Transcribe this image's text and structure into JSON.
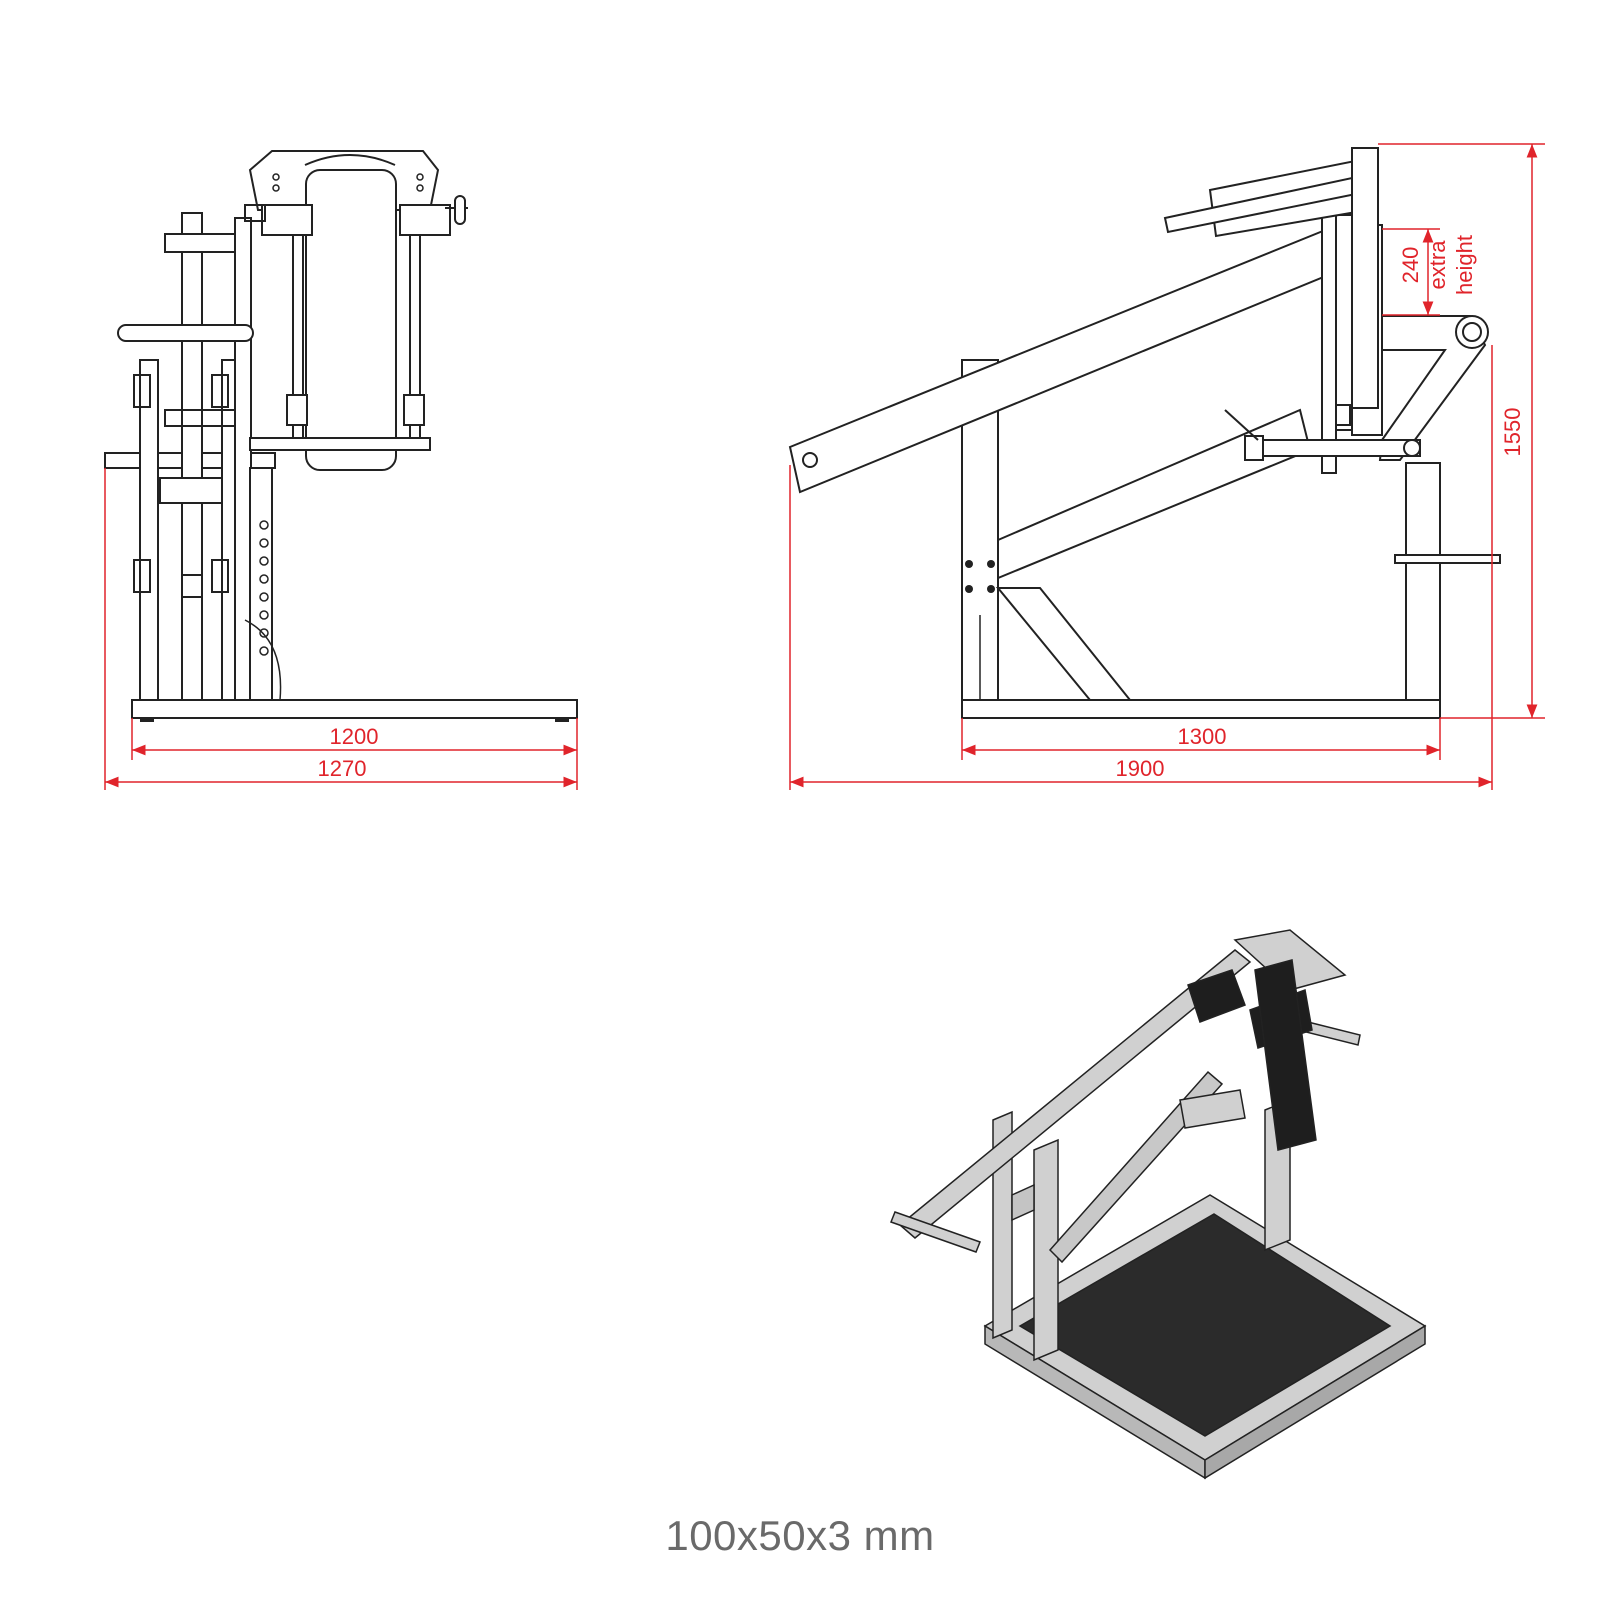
{
  "front_view": {
    "dim_inner_width": "1200",
    "dim_outer_width": "1270"
  },
  "side_view": {
    "dim_frame_length": "1300",
    "dim_total_length": "1900",
    "dim_height": "1550",
    "dim_extra": "240",
    "extra_label_line1": "extra",
    "extra_label_line2": "height"
  },
  "colors": {
    "dimension": "#e0242b",
    "line": "#222222",
    "frame_metal": "#d0d0d0",
    "mat": "#2b2b2b",
    "pad": "#1e1e1e"
  },
  "caption": "100x50x3 mm"
}
